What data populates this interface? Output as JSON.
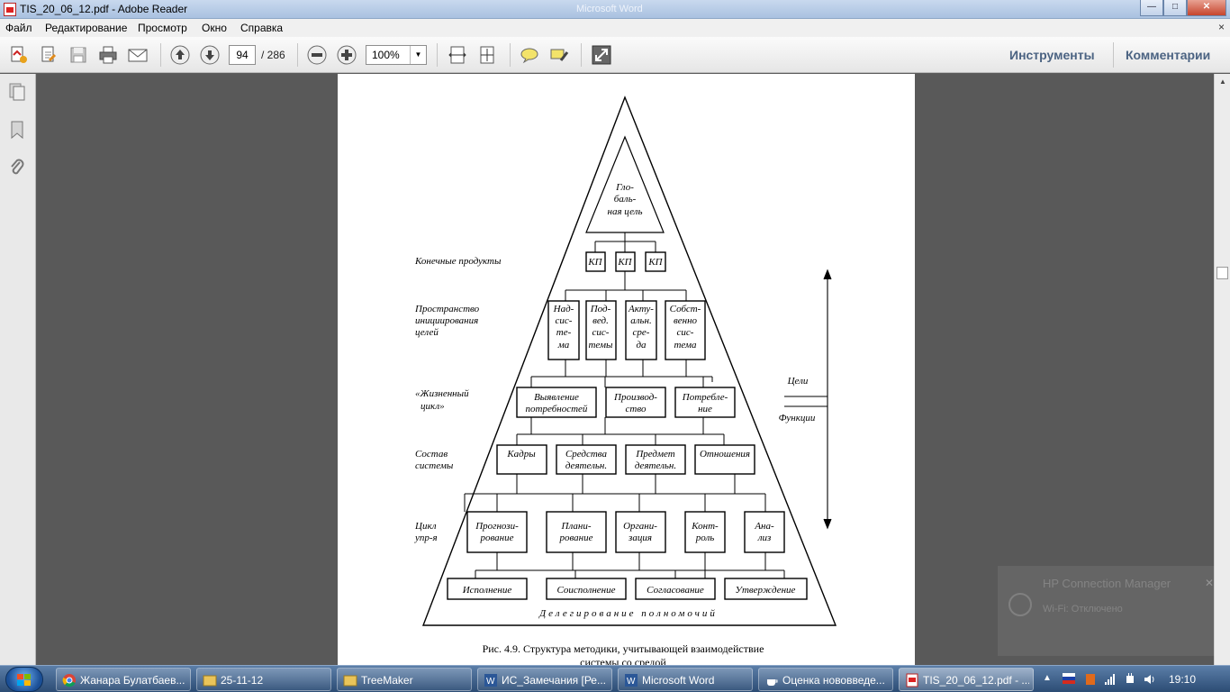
{
  "window": {
    "title": "TIS_20_06_12.pdf - Adobe Reader",
    "background_window_title": "Microsoft Word",
    "controls": {
      "minimize": "—",
      "maximize": "□",
      "close": "✕"
    }
  },
  "menu": {
    "items": [
      "Файл",
      "Редактирование",
      "Просмотр",
      "Окно",
      "Справка"
    ],
    "close_glyph": "×"
  },
  "toolbar": {
    "current_page": "94",
    "total_pages": "/  286",
    "zoom": "100%",
    "tools_label": "Инструменты",
    "comments_label": "Комментарии"
  },
  "diagram": {
    "apex": [
      "Гло-",
      "баль-",
      "ная цель"
    ],
    "kp_boxes": [
      "КП",
      "КП",
      "КП"
    ],
    "space_boxes": [
      [
        "Над-",
        "сис-",
        "те-",
        "ма"
      ],
      [
        "Под-",
        "вед.",
        "сис-",
        "темы"
      ],
      [
        "Акту-",
        "альн.",
        "сре-",
        "да"
      ],
      [
        "Собст-",
        "венно",
        "сис-",
        "тема"
      ]
    ],
    "life_boxes": [
      [
        "Выявление",
        "потребностей"
      ],
      [
        "Производ-",
        "ство"
      ],
      [
        "Потребле-",
        "ние"
      ]
    ],
    "comp_boxes": [
      [
        "Кадры"
      ],
      [
        "Средства",
        "деятельн."
      ],
      [
        "Предмет",
        "деятельн."
      ],
      [
        "Отношения"
      ]
    ],
    "cycle_boxes": [
      [
        "Прогнози-",
        "рование"
      ],
      [
        "Плани-",
        "рование"
      ],
      [
        "Органи-",
        "зация"
      ],
      [
        "Конт-",
        "роль"
      ],
      [
        "Ана-",
        "лиз"
      ]
    ],
    "deleg_boxes": [
      "Исполнение",
      "Соисполнение",
      "Согласование",
      "Утверждение"
    ],
    "left_labels": {
      "products": [
        "Конечные продукты"
      ],
      "space": [
        "Пространство",
        "инициирования",
        "целей"
      ],
      "life": [
        "«Жизненный",
        "цикл»"
      ],
      "composition": [
        "Состав",
        "системы"
      ],
      "cycle": [
        "Цикл",
        "упр-я"
      ]
    },
    "right_labels": {
      "goals": "Цели",
      "functions": "Функции"
    },
    "base_caption": "Делегирование полномочий",
    "figure_caption": [
      "Рис. 4.9. Структура методики, учитывающей взаимодействие",
      "системы со средой"
    ]
  },
  "notification": {
    "title": "HP Connection Manager",
    "subtitle": "Wi-Fi: Отключено",
    "close": "✕"
  },
  "taskbar": {
    "tasks": [
      {
        "label": "Жанара Булатбаев..."
      },
      {
        "label": "25-11-12"
      },
      {
        "label": "TreeMaker"
      },
      {
        "label": "ИС_Замечания [Ре..."
      },
      {
        "label": "Microsoft Word"
      },
      {
        "label": "Оценка нововведе..."
      },
      {
        "label": "TIS_20_06_12.pdf - ..."
      }
    ],
    "clock": "19:10"
  }
}
